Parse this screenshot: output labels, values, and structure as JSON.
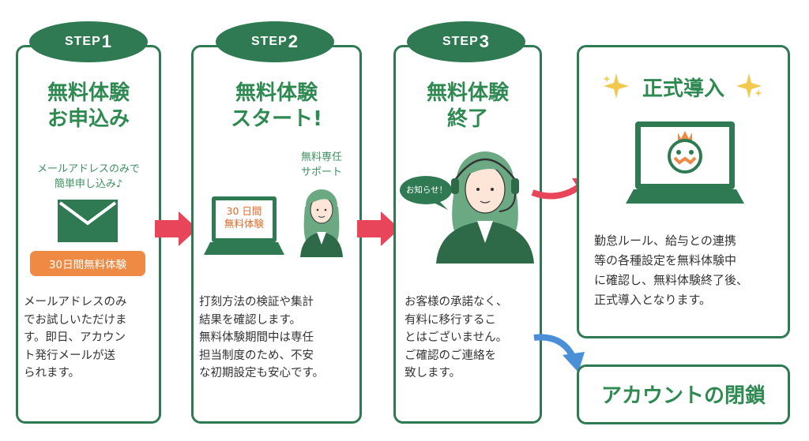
{
  "steps": [
    {
      "label": "STEP",
      "number": "1",
      "title_line1": "無料体験",
      "title_line2": "お申込み",
      "note_line1": "メールアドレスのみで",
      "note_line2": "簡単申し込み♪",
      "badge": "30日間無料体験",
      "body": [
        "メールアドレスのみ",
        "でお試しいただけま",
        "す。即日、アカウン",
        "ト発行メールが送",
        "られます。"
      ]
    },
    {
      "label": "STEP",
      "number": "2",
      "title_line1": "無料体験",
      "title_line2": "スタート!",
      "support_line1": "無料専任",
      "support_line2": "サポート",
      "laptop_line1": "30 日間",
      "laptop_line2": "無料体験",
      "body": [
        "打刻方法の検証や集計",
        "結果を確認します。",
        "無料体験期間中は専任",
        "担当制度のため、不安",
        "な初期設定も安心です。"
      ]
    },
    {
      "label": "STEP",
      "number": "3",
      "title_line1": "無料体験",
      "title_line2": "終了",
      "bubble": "お知らせ！",
      "body": [
        "お客様の承諾なく、",
        "有料に移行するこ",
        "とはございません。",
        "ご確認のご連絡を",
        "致します。"
      ]
    }
  ],
  "adoption": {
    "title": "正式導入",
    "body": [
      "勤怠ルール、給与との連携",
      "等の各種設定を無料体験中",
      "に確認し、無料体験終了後、",
      "正式導入となります。"
    ]
  },
  "closure": {
    "title": "アカウントの閉鎖"
  },
  "colors": {
    "green": "#2f7a52",
    "title_green": "#2f8a52",
    "arrow_pink": "#e8445a",
    "arrow_blue": "#4a8fd8",
    "orange": "#ee8a44"
  }
}
